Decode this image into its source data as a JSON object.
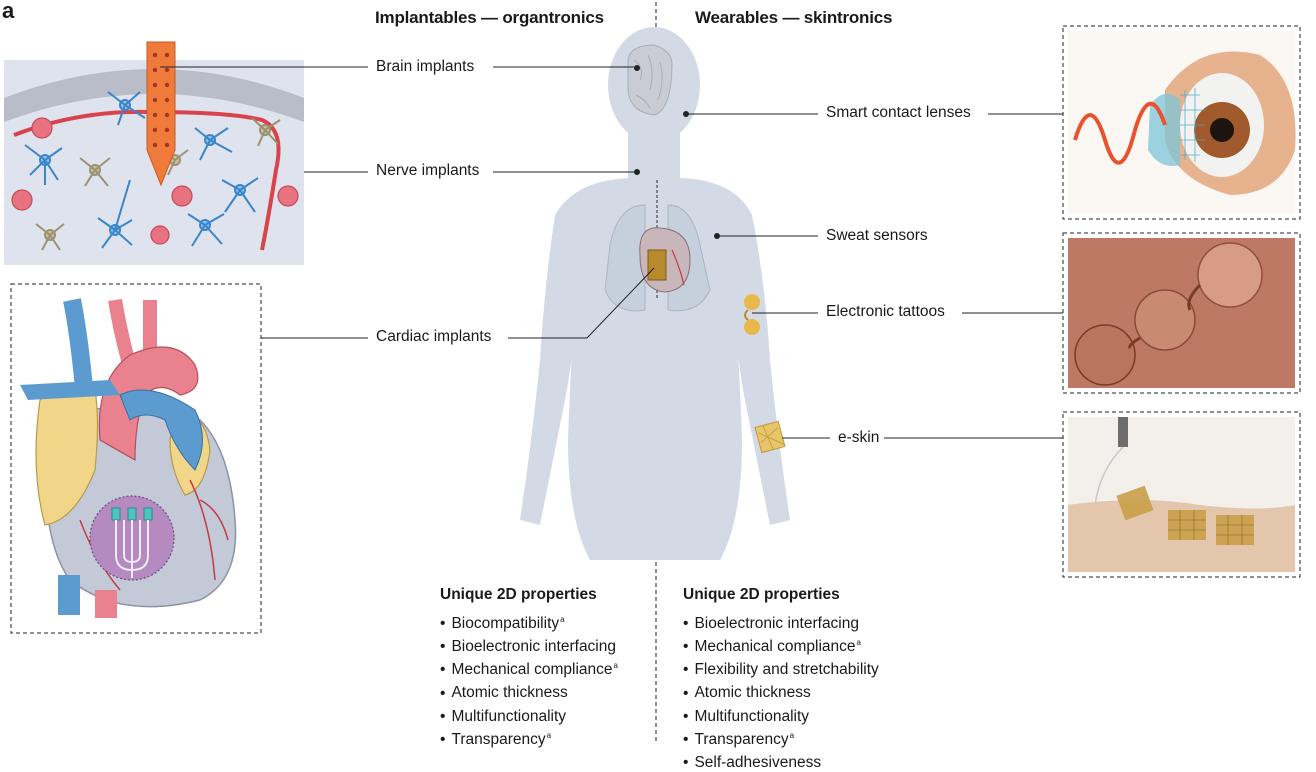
{
  "panel_letter": "a",
  "sections": {
    "implantables_title": "Implantables — organtronics",
    "wearables_title": "Wearables — skintronics"
  },
  "implant_labels": {
    "brain": "Brain implants",
    "nerve": "Nerve implants",
    "cardiac": "Cardiac implants"
  },
  "wearable_labels": {
    "contact_lens": "Smart contact lenses",
    "sweat": "Sweat sensors",
    "tattoo": "Electronic tattoos",
    "eskin": "e-skin"
  },
  "implant_properties": {
    "title": "Unique 2D properties",
    "items": [
      {
        "text": "Biocompatibility",
        "mark": "a"
      },
      {
        "text": "Bioelectronic interfacing",
        "mark": ""
      },
      {
        "text": "Mechanical compliance",
        "mark": "a"
      },
      {
        "text": "Atomic thickness",
        "mark": ""
      },
      {
        "text": "Multifunctionality",
        "mark": ""
      },
      {
        "text": "Transparency",
        "mark": "a"
      }
    ]
  },
  "wearable_properties": {
    "title": "Unique 2D properties",
    "items": [
      {
        "text": "Bioelectronic interfacing",
        "mark": ""
      },
      {
        "text": "Mechanical compliance",
        "mark": "a"
      },
      {
        "text": "Flexibility and stretchability",
        "mark": ""
      },
      {
        "text": "Atomic thickness",
        "mark": ""
      },
      {
        "text": "Multifunctionality",
        "mark": ""
      },
      {
        "text": "Transparency",
        "mark": "a"
      },
      {
        "text": "Self-adhesiveness",
        "mark": ""
      }
    ]
  },
  "colors": {
    "body_silhouette": "#d3dae6",
    "brain_gray": "#c9ccd3",
    "neuron_blue": "#3a86c8",
    "vessel_red": "#d9434b",
    "probe_orange": "#f07a3a",
    "heart_yellow": "#f1d68a",
    "heart_pink": "#e9828e",
    "heart_blue": "#5b9bd0",
    "device_purple": "#b48ac0",
    "device_teal": "#4cc4c0",
    "tattoo_gold": "#e8b84a"
  }
}
